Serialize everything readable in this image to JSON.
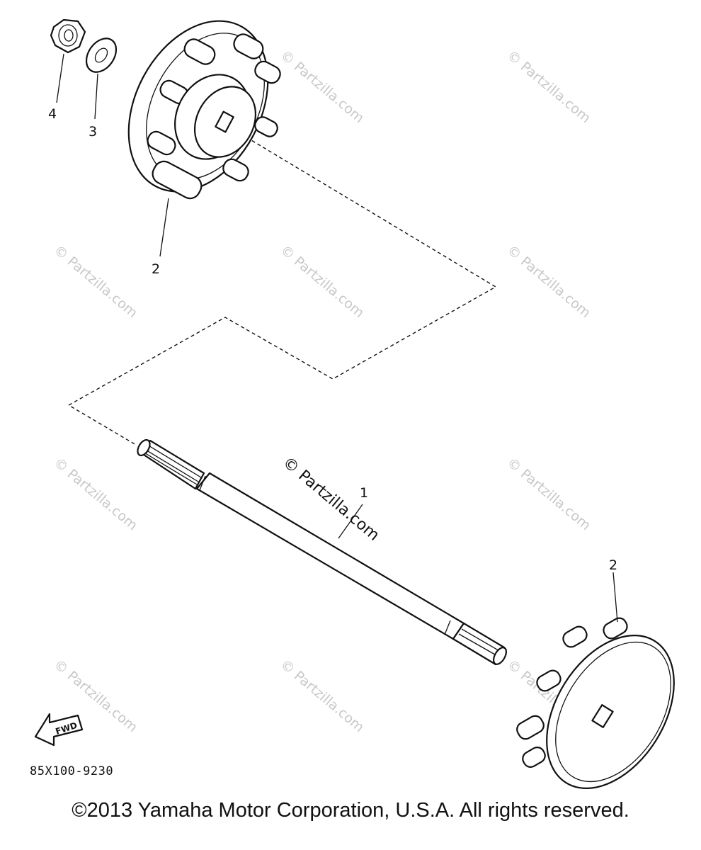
{
  "callouts": {
    "shaft": "1",
    "coupling_upper": "2",
    "coupling_lower": "2",
    "washer": "3",
    "nut": "4"
  },
  "fwd_label": "FWD",
  "diagram_code": "85X100-9230",
  "watermark": "© Partzilla.com",
  "copyright": "©2013 Yamaha Motor Corporation, U.S.A. All rights reserved.",
  "colors": {
    "ink": "#111111",
    "watermark": "#c8c8c8",
    "background": "#ffffff"
  }
}
